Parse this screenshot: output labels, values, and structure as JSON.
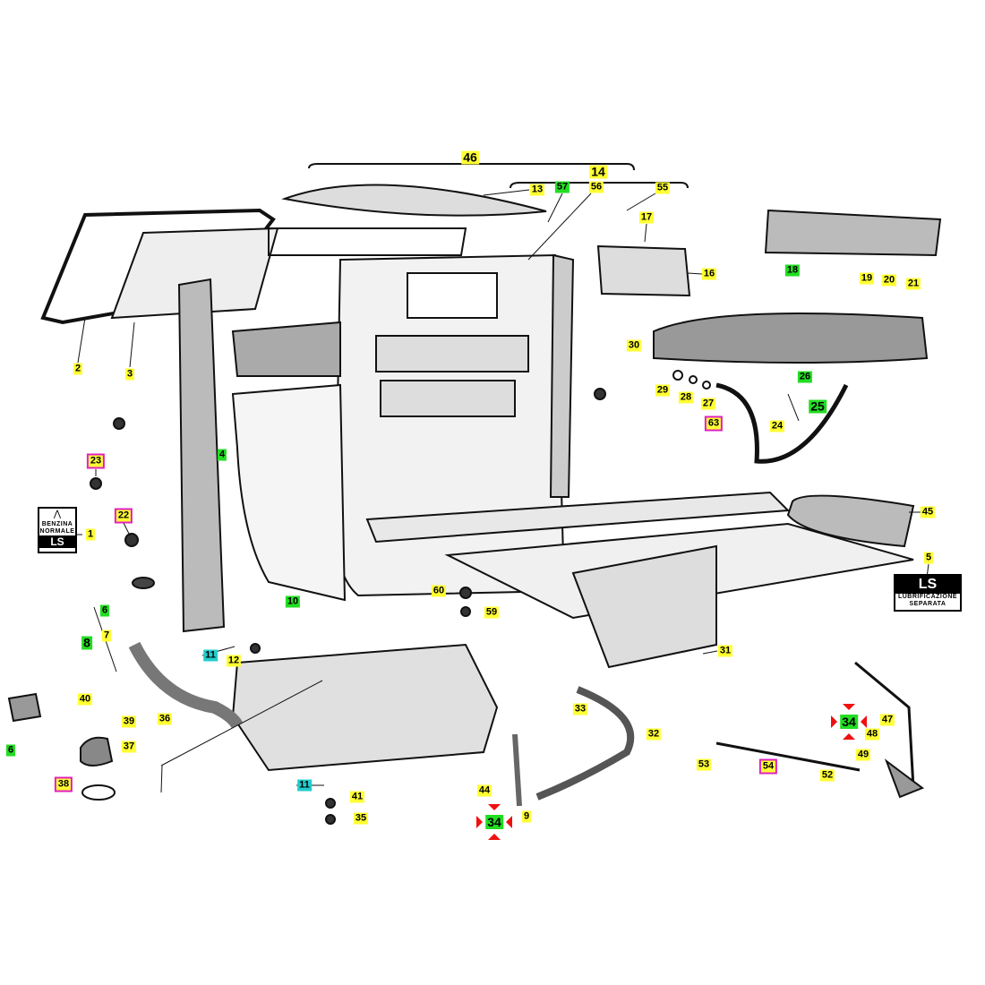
{
  "callouts": {
    "c46": "46",
    "c14": "14",
    "c13": "13",
    "c57": "57",
    "c56": "56",
    "c55": "55",
    "c17": "17",
    "c16": "16",
    "c18": "18",
    "c19": "19",
    "c20": "20",
    "c21": "21",
    "c2": "2",
    "c3": "3",
    "c4": "4",
    "c30": "30",
    "c29": "29",
    "c28": "28",
    "c27": "27",
    "c26": "26",
    "c25": "25",
    "c24": "24",
    "c63": "63",
    "c23": "23",
    "c22": "22",
    "c1": "1",
    "c45": "45",
    "c5": "5",
    "c10": "10",
    "c60": "60",
    "c59": "59",
    "c6a": "6",
    "c7": "7",
    "c8": "8",
    "c11a": "11",
    "c12": "12",
    "c31": "31",
    "c40": "40",
    "c39": "39",
    "c36": "36",
    "c37": "37",
    "c33": "33",
    "c32": "32",
    "c34a": "34",
    "c47": "47",
    "c48": "48",
    "c49": "49",
    "c53": "53",
    "c54": "54",
    "c52": "52",
    "c6b": "6",
    "c38": "38",
    "c11b": "11",
    "c41": "41",
    "c35": "35",
    "c44": "44",
    "c9": "9",
    "c34b": "34"
  },
  "badges": {
    "fuel": {
      "line1": "BENZINA",
      "line2": "NORMALE",
      "code": "LS"
    },
    "lube": {
      "code": "LS",
      "line1": "LUBRIFICAZIONE",
      "line2": "SEPARATA"
    }
  },
  "colors": {
    "standard": "#ffff33",
    "highlight": "#22dd22",
    "cyan": "#22cccc",
    "flag": "#e020c0",
    "marker": "#f01010"
  }
}
